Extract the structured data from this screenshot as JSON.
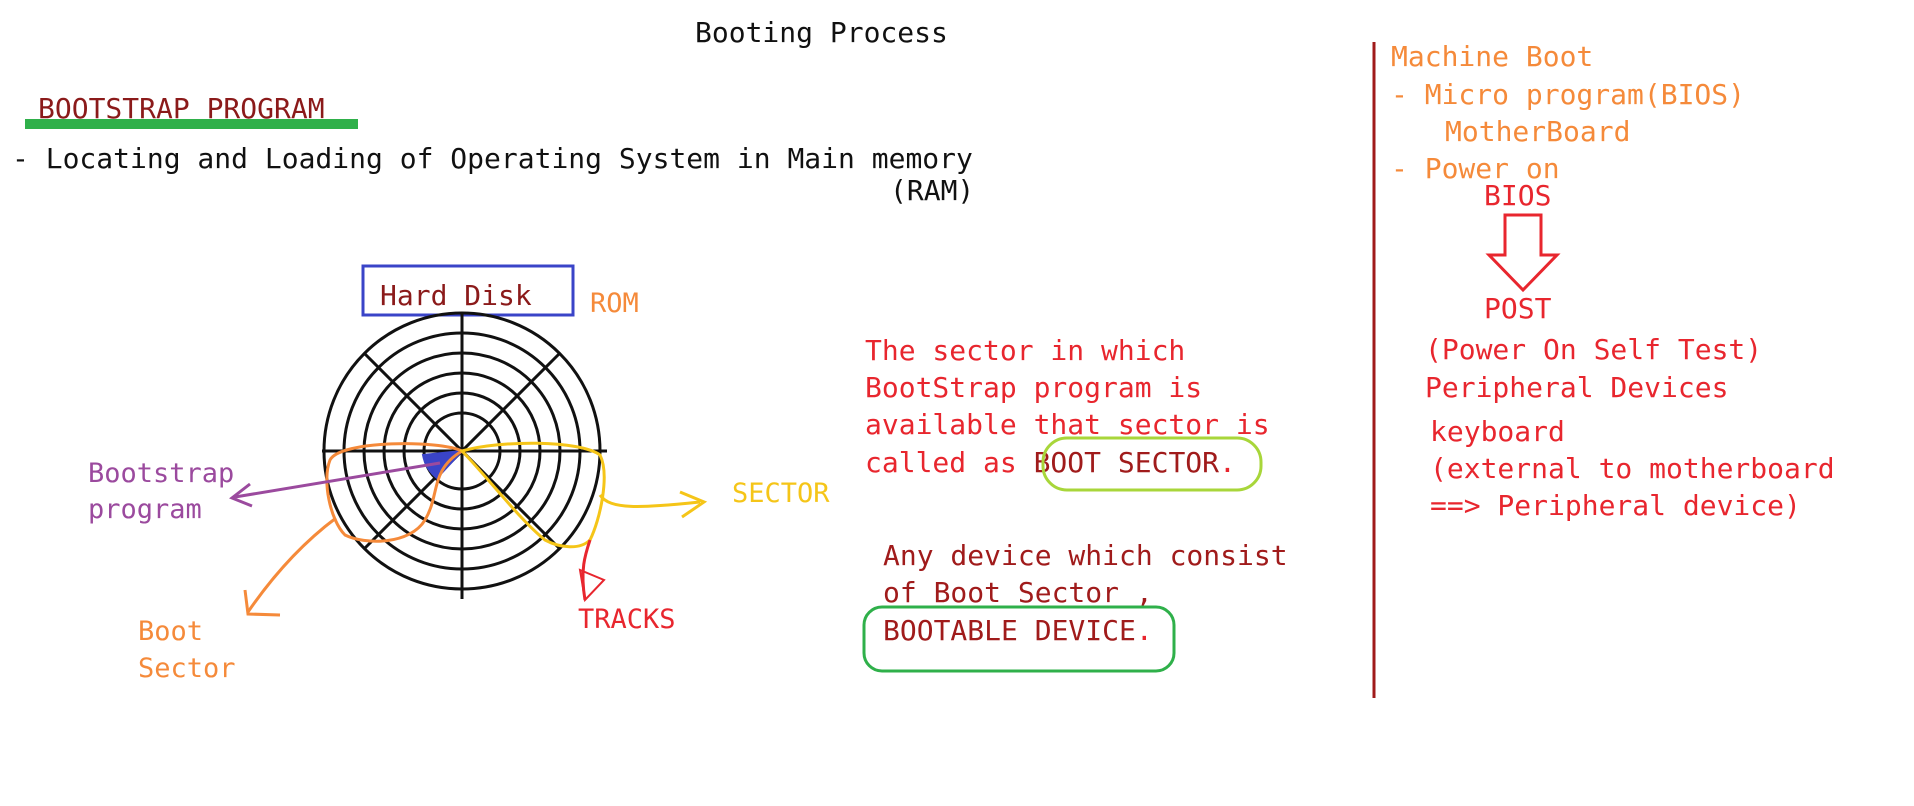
{
  "colors": {
    "black": "#111111",
    "maroon": "#8b1a1a",
    "red": "#e8262e",
    "orange": "#f58a3a",
    "yellow": "#f5c518",
    "purple": "#9b4a9e",
    "blue": "#3a44c8",
    "green": "#2fb04a",
    "lime": "#a8d63a",
    "darkred": "#a01b1b"
  },
  "title": "Booting Process",
  "heading": "BOOTSTRAP PROGRAM",
  "definition": {
    "line1": "- Locating and Loading of Operating System in Main memory",
    "line2": "(RAM)"
  },
  "disk": {
    "box_label": "Hard Disk",
    "rom_label": "ROM",
    "bootstrap_label": [
      "Bootstrap",
      "program"
    ],
    "sector_label": "SECTOR",
    "tracks_label": "TRACKS",
    "boot_sector_label": [
      "Boot",
      "Sector"
    ]
  },
  "note_sector": {
    "lines": [
      "The sector in which",
      "BootStrap program is",
      "available that sector is",
      "called as "
    ],
    "highlight": "BOOT SECTOR",
    "tail": "."
  },
  "note_device": {
    "lines": [
      "Any device which consist",
      "of Boot Sector ,"
    ],
    "highlight": "BOOTABLE DEVICE",
    "tail": "."
  },
  "machine_boot": {
    "title": "Machine Boot",
    "item1": "- Micro program(BIOS)",
    "item1_sub": "MotherBoard",
    "item2": "- Power on",
    "bios": "BIOS",
    "post": "POST",
    "post_full": "(Power On Self Test)",
    "peripheral": "Peripheral Devices",
    "keyboard": "keyboard",
    "external": "(external to motherboard",
    "result": "==> Peripheral device)"
  }
}
